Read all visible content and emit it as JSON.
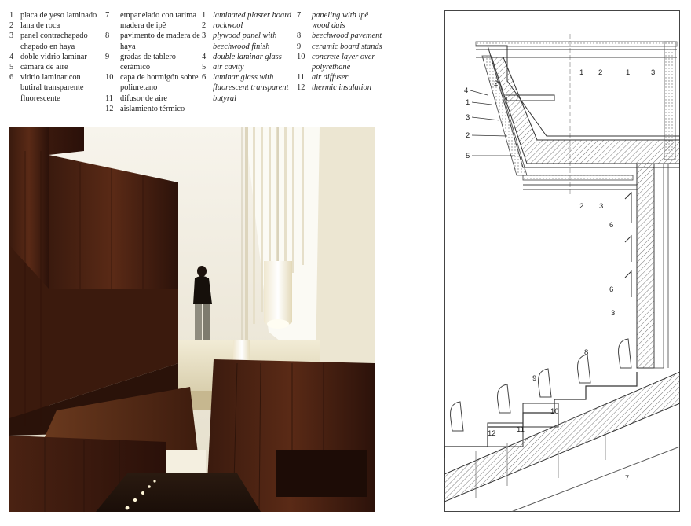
{
  "legend_spanish": [
    {
      "num": "1",
      "text": "placa de yeso laminado"
    },
    {
      "num": "2",
      "text": "lana de roca"
    },
    {
      "num": "3",
      "text": "panel contrachapado chapado en haya"
    },
    {
      "num": "4",
      "text": "doble vidrio laminar"
    },
    {
      "num": "5",
      "text": "cámara de aire"
    },
    {
      "num": "6",
      "text": "vidrio laminar con butiral transparente fluorescente"
    },
    {
      "num": "7",
      "text": "empanelado con tarima madera de ipê"
    },
    {
      "num": "8",
      "text": "pavimento de madera de haya"
    },
    {
      "num": "9",
      "text": "gradas de tablero cerámico"
    },
    {
      "num": "10",
      "text": "capa de hormigón sobre poliuretano"
    },
    {
      "num": "11",
      "text": "difusor de aire"
    },
    {
      "num": "12",
      "text": "aislamiento térmico"
    }
  ],
  "legend_english": [
    {
      "num": "1",
      "text": "laminated plaster board"
    },
    {
      "num": "2",
      "text": "rockwool"
    },
    {
      "num": "3",
      "text": "plywood panel with beechwood finish"
    },
    {
      "num": "4",
      "text": "double laminar glass"
    },
    {
      "num": "5",
      "text": "air cavity"
    },
    {
      "num": "6",
      "text": "laminar glass with fluorescent transparent butyral"
    },
    {
      "num": "7",
      "text": "paneling with ipê wood dais"
    },
    {
      "num": "8",
      "text": "beechwood pavement"
    },
    {
      "num": "9",
      "text": "ceramic board stands"
    },
    {
      "num": "10",
      "text": "concrete layer over polyrethane"
    },
    {
      "num": "11",
      "text": "air diffuser"
    },
    {
      "num": "12",
      "text": "thermic insulation"
    }
  ],
  "section_callouts": [
    {
      "id": "top-1a",
      "text": "1"
    },
    {
      "id": "top-2",
      "text": "2"
    },
    {
      "id": "top-1b",
      "text": "1"
    },
    {
      "id": "top-3",
      "text": "3"
    },
    {
      "id": "left-2a",
      "text": "2"
    },
    {
      "id": "left-4",
      "text": "4"
    },
    {
      "id": "left-1",
      "text": "1"
    },
    {
      "id": "left-3",
      "text": "3"
    },
    {
      "id": "left-2b",
      "text": "2"
    },
    {
      "id": "left-5",
      "text": "5"
    },
    {
      "id": "mid-2",
      "text": "2"
    },
    {
      "id": "mid-3",
      "text": "3"
    },
    {
      "id": "wall-6a",
      "text": "6"
    },
    {
      "id": "wall-6b",
      "text": "6"
    },
    {
      "id": "wall-3",
      "text": "3"
    },
    {
      "id": "seat-8",
      "text": "8"
    },
    {
      "id": "seat-9",
      "text": "9"
    },
    {
      "id": "seat-10",
      "text": "10"
    },
    {
      "id": "seat-12",
      "text": "12"
    },
    {
      "id": "seat-11",
      "text": "11"
    },
    {
      "id": "bottom-7",
      "text": "7"
    }
  ]
}
